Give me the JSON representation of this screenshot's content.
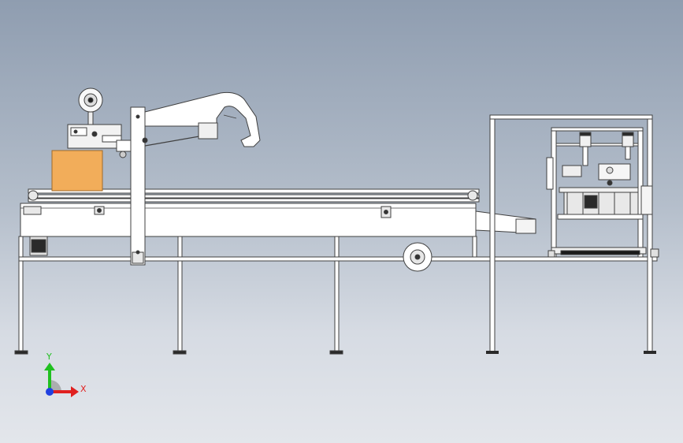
{
  "view": {
    "type": "CAD front view",
    "background": [
      "#8f9db0",
      "#e3e6eb"
    ]
  },
  "triad": {
    "x_label": "X",
    "y_label": "Y",
    "x_color": "#e02020",
    "y_color": "#20c020",
    "z_color": "#2040e0"
  },
  "colors": {
    "frame": "#ffffff",
    "outline": "#404040",
    "carton": "#f2ad5a",
    "dark": "#1a1a1a"
  }
}
